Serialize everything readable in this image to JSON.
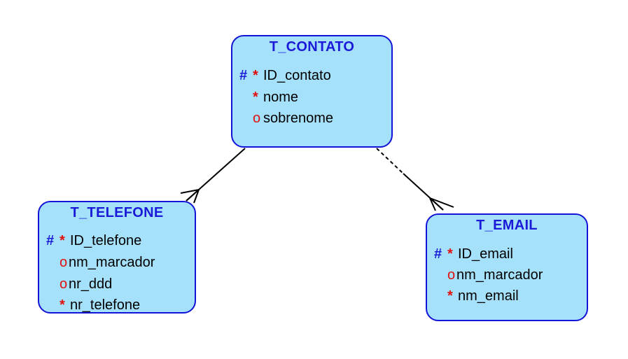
{
  "diagram": {
    "entities": {
      "contato": {
        "title": "T_CONTATO",
        "attributes": [
          {
            "pk": "#",
            "marker": "*",
            "name": "ID_contato"
          },
          {
            "pk": "",
            "marker": "*",
            "name": "nome"
          },
          {
            "pk": "",
            "marker": "o",
            "name": "sobrenome"
          }
        ]
      },
      "telefone": {
        "title": "T_TELEFONE",
        "attributes": [
          {
            "pk": "#",
            "marker": "*",
            "name": "ID_telefone"
          },
          {
            "pk": "",
            "marker": "o",
            "name": "nm_marcador"
          },
          {
            "pk": "",
            "marker": "o",
            "name": "nr_ddd"
          },
          {
            "pk": "",
            "marker": "*",
            "name": "nr_telefone"
          }
        ]
      },
      "email": {
        "title": "T_EMAIL",
        "attributes": [
          {
            "pk": "#",
            "marker": "*",
            "name": "ID_email"
          },
          {
            "pk": "",
            "marker": "o",
            "name": "nm_marcador"
          },
          {
            "pk": "",
            "marker": "*",
            "name": "nm_email"
          }
        ]
      }
    },
    "relationships": [
      {
        "from": "T_CONTATO",
        "to": "T_TELEFONE",
        "cardinality": "one-to-many"
      },
      {
        "from": "T_CONTATO",
        "to": "T_EMAIL",
        "cardinality": "one-to-many"
      }
    ],
    "colors": {
      "entity_fill": "#a6e1fb",
      "entity_border": "#1414d6",
      "title": "#1a1ad8",
      "pk_marker": "#1a1ad8",
      "attr_marker": "#e01010",
      "line": "#000000"
    }
  }
}
